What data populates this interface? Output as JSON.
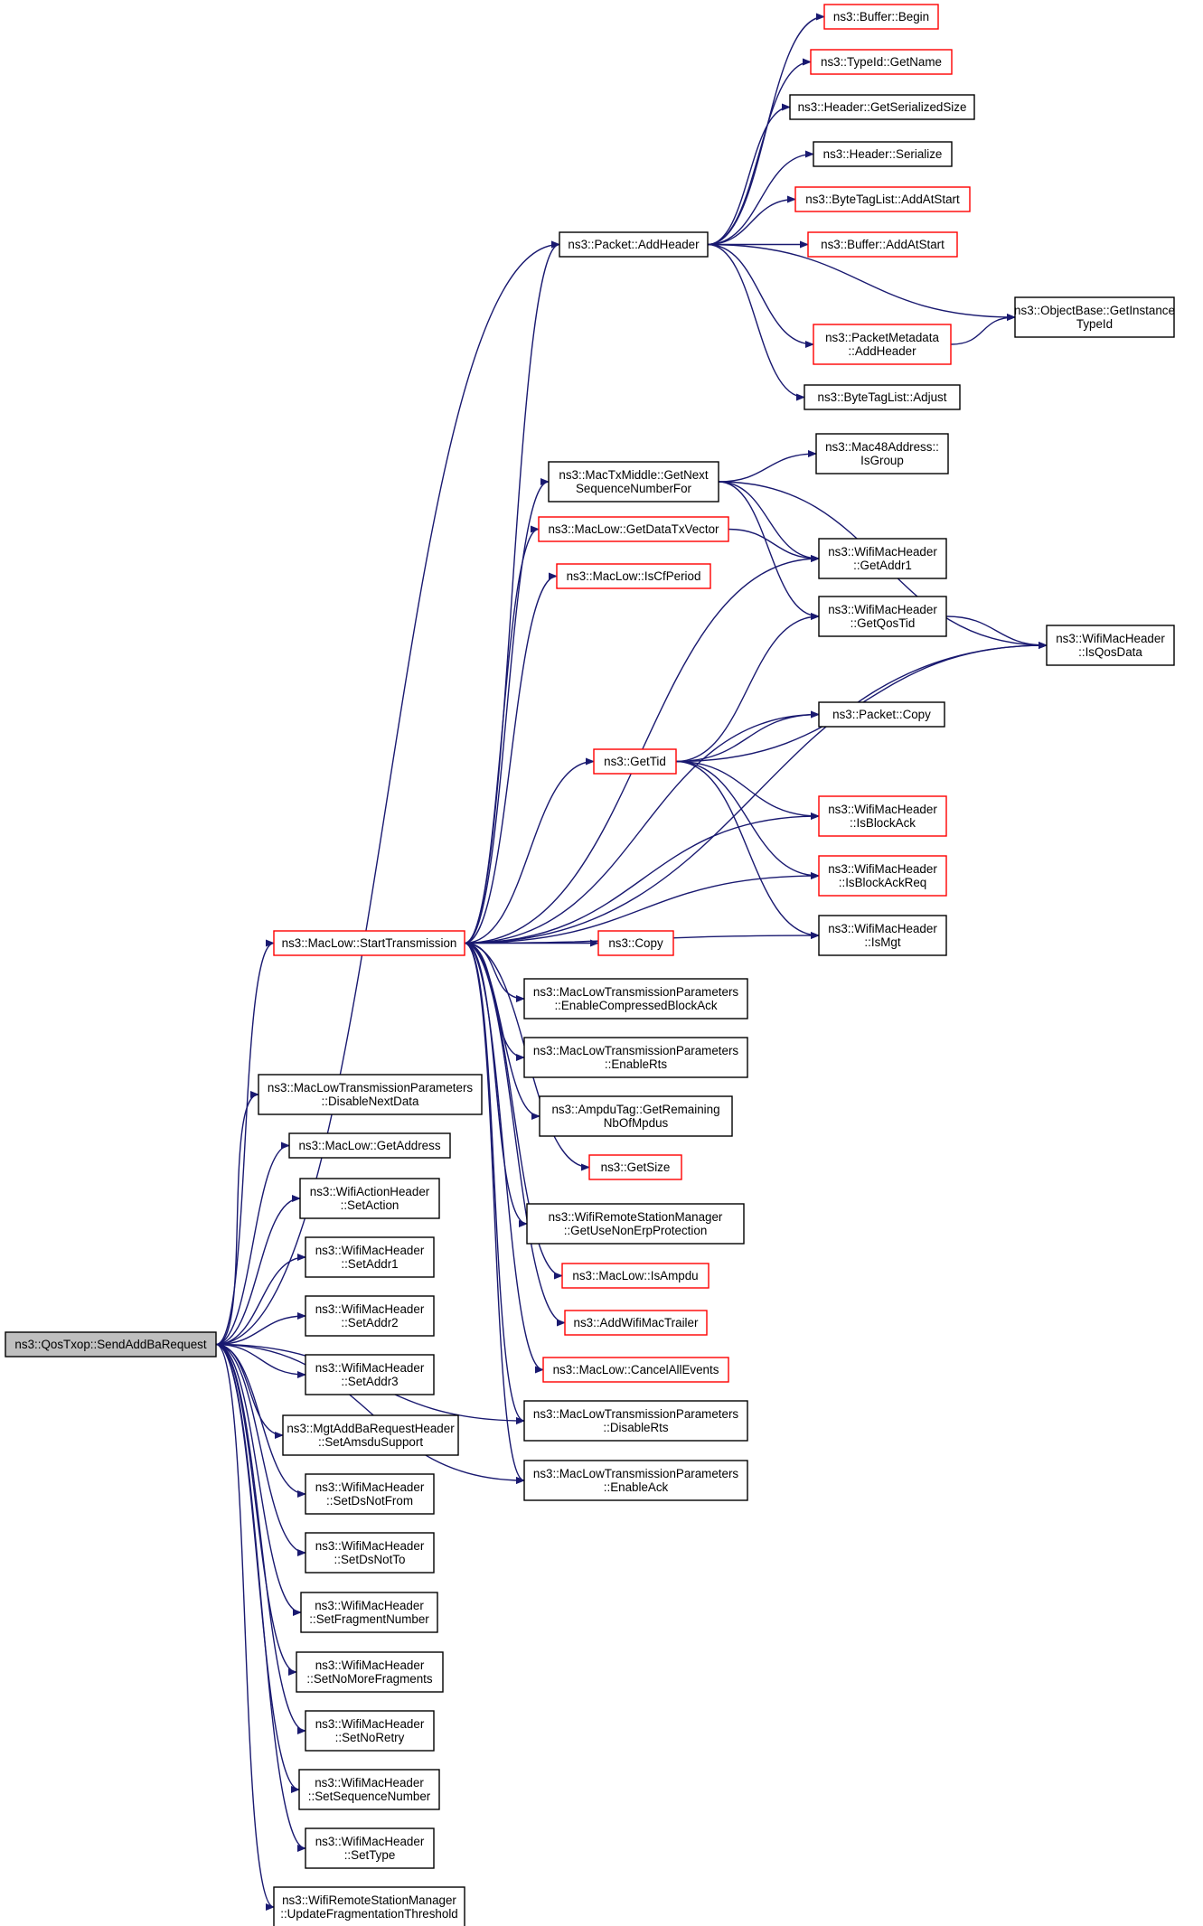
{
  "graph": {
    "edge_color": "#191970",
    "root_fill": "#bfbfbf",
    "border_red": "#ff0000",
    "border_black": "#000000",
    "nodes": [
      {
        "id": "root",
        "lines": [
          "ns3::QosTxop::SendAddBaRequest"
        ],
        "style": "root"
      },
      {
        "id": "starttx",
        "lines": [
          "ns3::MacLow::StartTransmission"
        ],
        "style": "red"
      },
      {
        "id": "addheader",
        "lines": [
          "ns3::Packet::AddHeader"
        ],
        "style": "black"
      },
      {
        "id": "bufbegin",
        "lines": [
          "ns3::Buffer::Begin"
        ],
        "style": "red"
      },
      {
        "id": "typeidname",
        "lines": [
          "ns3::TypeId::GetName"
        ],
        "style": "red"
      },
      {
        "id": "getsersize",
        "lines": [
          "ns3::Header::GetSerializedSize"
        ],
        "style": "black"
      },
      {
        "id": "hdrserialize",
        "lines": [
          "ns3::Header::Serialize"
        ],
        "style": "black"
      },
      {
        "id": "btladdstart",
        "lines": [
          "ns3::ByteTagList::AddAtStart"
        ],
        "style": "red"
      },
      {
        "id": "bufaddstart",
        "lines": [
          "ns3::Buffer::AddAtStart"
        ],
        "style": "red"
      },
      {
        "id": "objgetinst",
        "lines": [
          "ns3::ObjectBase::GetInstance",
          "TypeId"
        ],
        "style": "black"
      },
      {
        "id": "pmaddheader",
        "lines": [
          "ns3::PacketMetadata",
          "::AddHeader"
        ],
        "style": "red"
      },
      {
        "id": "btladjust",
        "lines": [
          "ns3::ByteTagList::Adjust"
        ],
        "style": "black"
      },
      {
        "id": "getnextseq",
        "lines": [
          "ns3::MacTxMiddle::GetNext",
          "SequenceNumberFor"
        ],
        "style": "black"
      },
      {
        "id": "isgroup",
        "lines": [
          "ns3::Mac48Address::",
          "IsGroup"
        ],
        "style": "black"
      },
      {
        "id": "getdatatx",
        "lines": [
          "ns3::MacLow::GetDataTxVector"
        ],
        "style": "red"
      },
      {
        "id": "iscfperiod",
        "lines": [
          "ns3::MacLow::IsCfPeriod"
        ],
        "style": "red"
      },
      {
        "id": "getaddr1",
        "lines": [
          "ns3::WifiMacHeader",
          "::GetAddr1"
        ],
        "style": "black"
      },
      {
        "id": "getqostid",
        "lines": [
          "ns3::WifiMacHeader",
          "::GetQosTid"
        ],
        "style": "black"
      },
      {
        "id": "isqosdata",
        "lines": [
          "ns3::WifiMacHeader",
          "::IsQosData"
        ],
        "style": "black"
      },
      {
        "id": "pktcopy",
        "lines": [
          "ns3::Packet::Copy"
        ],
        "style": "black"
      },
      {
        "id": "gettid",
        "lines": [
          "ns3::GetTid"
        ],
        "style": "red"
      },
      {
        "id": "isblockack",
        "lines": [
          "ns3::WifiMacHeader",
          "::IsBlockAck"
        ],
        "style": "red"
      },
      {
        "id": "isblockackreq",
        "lines": [
          "ns3::WifiMacHeader",
          "::IsBlockAckReq"
        ],
        "style": "red"
      },
      {
        "id": "ismgt",
        "lines": [
          "ns3::WifiMacHeader",
          "::IsMgt"
        ],
        "style": "black"
      },
      {
        "id": "copy",
        "lines": [
          "ns3::Copy"
        ],
        "style": "red"
      },
      {
        "id": "enablecba",
        "lines": [
          "ns3::MacLowTransmissionParameters",
          "::EnableCompressedBlockAck"
        ],
        "style": "black"
      },
      {
        "id": "enablerts",
        "lines": [
          "ns3::MacLowTransmissionParameters",
          "::EnableRts"
        ],
        "style": "black"
      },
      {
        "id": "ampdutag",
        "lines": [
          "ns3::AmpduTag::GetRemaining",
          "NbOfMpdus"
        ],
        "style": "black"
      },
      {
        "id": "getsize",
        "lines": [
          "ns3::GetSize"
        ],
        "style": "red"
      },
      {
        "id": "usenonerp",
        "lines": [
          "ns3::WifiRemoteStationManager",
          "::GetUseNonErpProtection"
        ],
        "style": "black"
      },
      {
        "id": "isampdu",
        "lines": [
          "ns3::MacLow::IsAmpdu"
        ],
        "style": "red"
      },
      {
        "id": "addtrailer",
        "lines": [
          "ns3::AddWifiMacTrailer"
        ],
        "style": "red"
      },
      {
        "id": "cancelall",
        "lines": [
          "ns3::MacLow::CancelAllEvents"
        ],
        "style": "red"
      },
      {
        "id": "disablerts",
        "lines": [
          "ns3::MacLowTransmissionParameters",
          "::DisableRts"
        ],
        "style": "black"
      },
      {
        "id": "enableack",
        "lines": [
          "ns3::MacLowTransmissionParameters",
          "::EnableAck"
        ],
        "style": "black"
      },
      {
        "id": "disablenext",
        "lines": [
          "ns3::MacLowTransmissionParameters",
          "::DisableNextData"
        ],
        "style": "black"
      },
      {
        "id": "getaddress",
        "lines": [
          "ns3::MacLow::GetAddress"
        ],
        "style": "black"
      },
      {
        "id": "setaction",
        "lines": [
          "ns3::WifiActionHeader",
          "::SetAction"
        ],
        "style": "black"
      },
      {
        "id": "setaddr1",
        "lines": [
          "ns3::WifiMacHeader",
          "::SetAddr1"
        ],
        "style": "black"
      },
      {
        "id": "setaddr2",
        "lines": [
          "ns3::WifiMacHeader",
          "::SetAddr2"
        ],
        "style": "black"
      },
      {
        "id": "setaddr3",
        "lines": [
          "ns3::WifiMacHeader",
          "::SetAddr3"
        ],
        "style": "black"
      },
      {
        "id": "setamsdu",
        "lines": [
          "ns3::MgtAddBaRequestHeader",
          "::SetAmsduSupport"
        ],
        "style": "black"
      },
      {
        "id": "setdsnotfrom",
        "lines": [
          "ns3::WifiMacHeader",
          "::SetDsNotFrom"
        ],
        "style": "black"
      },
      {
        "id": "setdsnotto",
        "lines": [
          "ns3::WifiMacHeader",
          "::SetDsNotTo"
        ],
        "style": "black"
      },
      {
        "id": "setfragnum",
        "lines": [
          "ns3::WifiMacHeader",
          "::SetFragmentNumber"
        ],
        "style": "black"
      },
      {
        "id": "setnomore",
        "lines": [
          "ns3::WifiMacHeader",
          "::SetNoMoreFragments"
        ],
        "style": "black"
      },
      {
        "id": "setnoretry",
        "lines": [
          "ns3::WifiMacHeader",
          "::SetNoRetry"
        ],
        "style": "black"
      },
      {
        "id": "setseqnum",
        "lines": [
          "ns3::WifiMacHeader",
          "::SetSequenceNumber"
        ],
        "style": "black"
      },
      {
        "id": "settype",
        "lines": [
          "ns3::WifiMacHeader",
          "::SetType"
        ],
        "style": "black"
      },
      {
        "id": "updatefrag",
        "lines": [
          "ns3::WifiRemoteStationManager",
          "::UpdateFragmentationThreshold"
        ],
        "style": "black"
      }
    ],
    "edges": [
      [
        "root",
        "addheader"
      ],
      [
        "root",
        "starttx"
      ],
      [
        "root",
        "disablenext"
      ],
      [
        "root",
        "getaddress"
      ],
      [
        "root",
        "setaction"
      ],
      [
        "root",
        "setaddr1"
      ],
      [
        "root",
        "setaddr2"
      ],
      [
        "root",
        "setaddr3"
      ],
      [
        "root",
        "setamsdu"
      ],
      [
        "root",
        "setdsnotfrom"
      ],
      [
        "root",
        "setdsnotto"
      ],
      [
        "root",
        "setfragnum"
      ],
      [
        "root",
        "setnomore"
      ],
      [
        "root",
        "setnoretry"
      ],
      [
        "root",
        "setseqnum"
      ],
      [
        "root",
        "settype"
      ],
      [
        "root",
        "updatefrag"
      ],
      [
        "root",
        "enableack"
      ],
      [
        "root",
        "disablerts"
      ],
      [
        "addheader",
        "bufbegin"
      ],
      [
        "addheader",
        "typeidname"
      ],
      [
        "addheader",
        "getsersize"
      ],
      [
        "addheader",
        "hdrserialize"
      ],
      [
        "addheader",
        "btladdstart"
      ],
      [
        "addheader",
        "bufaddstart"
      ],
      [
        "addheader",
        "objgetinst"
      ],
      [
        "addheader",
        "pmaddheader"
      ],
      [
        "addheader",
        "btladjust"
      ],
      [
        "pmaddheader",
        "objgetinst"
      ],
      [
        "starttx",
        "addheader"
      ],
      [
        "starttx",
        "getnextseq"
      ],
      [
        "starttx",
        "getdatatx"
      ],
      [
        "starttx",
        "iscfperiod"
      ],
      [
        "starttx",
        "getaddr1"
      ],
      [
        "starttx",
        "isqosdata"
      ],
      [
        "starttx",
        "pktcopy"
      ],
      [
        "starttx",
        "gettid"
      ],
      [
        "starttx",
        "isblockack"
      ],
      [
        "starttx",
        "isblockackreq"
      ],
      [
        "starttx",
        "ismgt"
      ],
      [
        "starttx",
        "copy"
      ],
      [
        "starttx",
        "enablecba"
      ],
      [
        "starttx",
        "enablerts"
      ],
      [
        "starttx",
        "ampdutag"
      ],
      [
        "starttx",
        "getsize"
      ],
      [
        "starttx",
        "usenonerp"
      ],
      [
        "starttx",
        "isampdu"
      ],
      [
        "starttx",
        "addtrailer"
      ],
      [
        "starttx",
        "cancelall"
      ],
      [
        "starttx",
        "disablerts"
      ],
      [
        "starttx",
        "enableack"
      ],
      [
        "getnextseq",
        "isgroup"
      ],
      [
        "getnextseq",
        "getaddr1"
      ],
      [
        "getnextseq",
        "getqostid"
      ],
      [
        "getnextseq",
        "isqosdata"
      ],
      [
        "getdatatx",
        "getaddr1"
      ],
      [
        "getqostid",
        "isqosdata"
      ],
      [
        "gettid",
        "getqostid"
      ],
      [
        "gettid",
        "pktcopy"
      ],
      [
        "gettid",
        "isqosdata"
      ],
      [
        "gettid",
        "isblockack"
      ],
      [
        "gettid",
        "isblockackreq"
      ],
      [
        "gettid",
        "ismgt"
      ]
    ]
  }
}
